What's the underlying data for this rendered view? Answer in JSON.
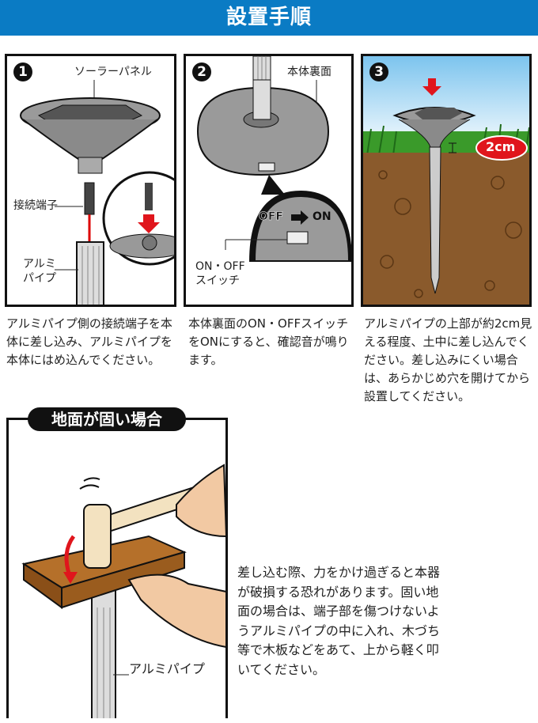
{
  "header": {
    "title": "設置手順"
  },
  "steps": [
    {
      "number": "1",
      "labels": {
        "solar_panel": "ソーラーパネル",
        "connector": "接続端子",
        "pipe_line1": "アルミ",
        "pipe_line2": "パイプ"
      },
      "description": "アルミパイプ側の接続端子を本体に差し込み、アルミパイプを本体にはめ込んでください。"
    },
    {
      "number": "2",
      "labels": {
        "back": "本体裏面",
        "off_on_from": "OFF",
        "off_on_to": "ON",
        "switch_line1": "ON・OFF",
        "switch_line2": "スイッチ"
      },
      "description": "本体裏面のON・OFFスイッチをONにすると、確認音が鳴ります。"
    },
    {
      "number": "3",
      "labels": {
        "height": "2cm"
      },
      "description": "アルミパイプの上部が約2cm見える程度、土中に差し込んでください。差し込みにくい場合は、あらかじめ穴を開けてから設置してください。"
    }
  ],
  "hard_ground": {
    "title": "地面が固い場合",
    "pipe_label": "アルミパイプ",
    "description": "差し込む際、力をかけ過ぎると本器が破損する恐れがあります。固い地面の場合は、端子部を傷つけないようアルミパイプの中に入れ、木づち等で木板などをあて、上から軽く叩いてください。"
  },
  "colors": {
    "header": "#0a7bc4",
    "arrow": "#e0151c",
    "soil": "#8a5a2c",
    "grass": "#3a9a2a",
    "wood": "#b5702a"
  }
}
